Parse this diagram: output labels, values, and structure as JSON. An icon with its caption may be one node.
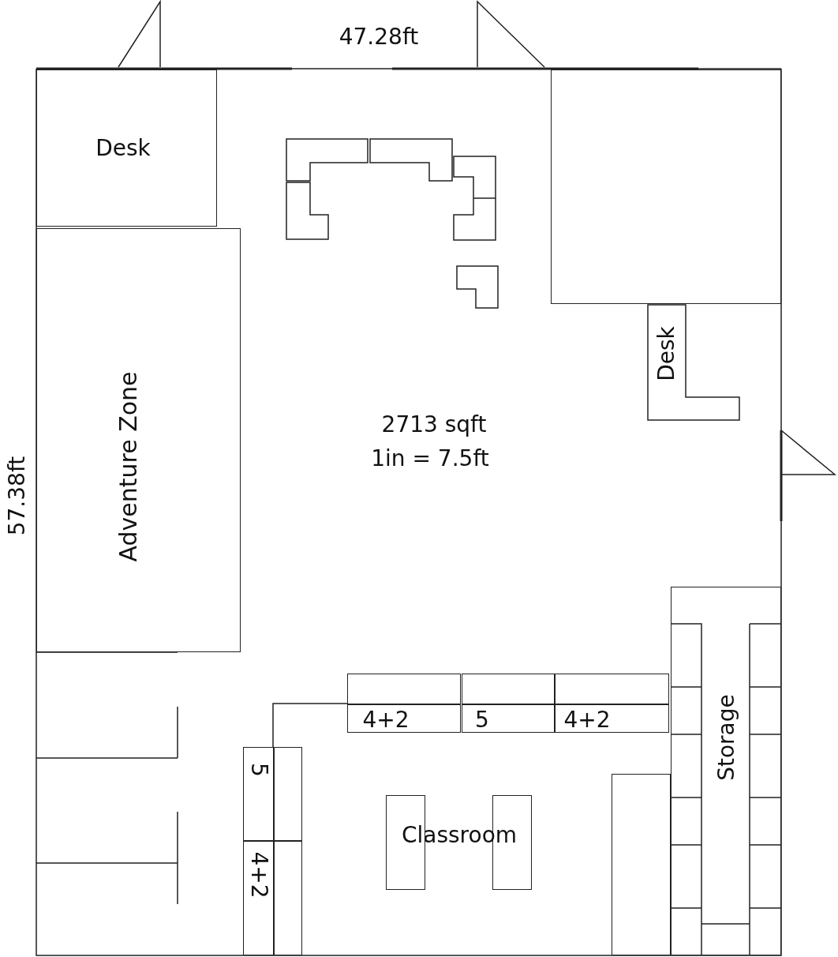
{
  "diagram": {
    "nodes": [
      {
        "text": [
          "Desk"
        ]
      },
      {
        "text": [],
        "shape": "box"
      },
      {
        "text": [
          "Desk"
        ]
      },
      {
        "text": [
          "Adventure Zone"
        ]
      },
      {
        "text": [
          "4+2"
        ]
      },
      {
        "text": [
          "5"
        ]
      },
      {
        "text": [
          "4+2"
        ]
      },
      {
        "text": [
          "5"
        ]
      },
      {
        "text": [
          "4+2"
        ]
      },
      {
        "text": [
          "Storage"
        ]
      },
      {
        "text": [],
        "shape": "box"
      },
      {
        "text": [],
        "shape": "box"
      },
      {
        "text": [],
        "shape": "box"
      }
    ],
    "labels": [
      "47.28ft",
      "57.38ft",
      "2713 sqft",
      "1in = 7.5ft",
      "Classroom"
    ]
  }
}
